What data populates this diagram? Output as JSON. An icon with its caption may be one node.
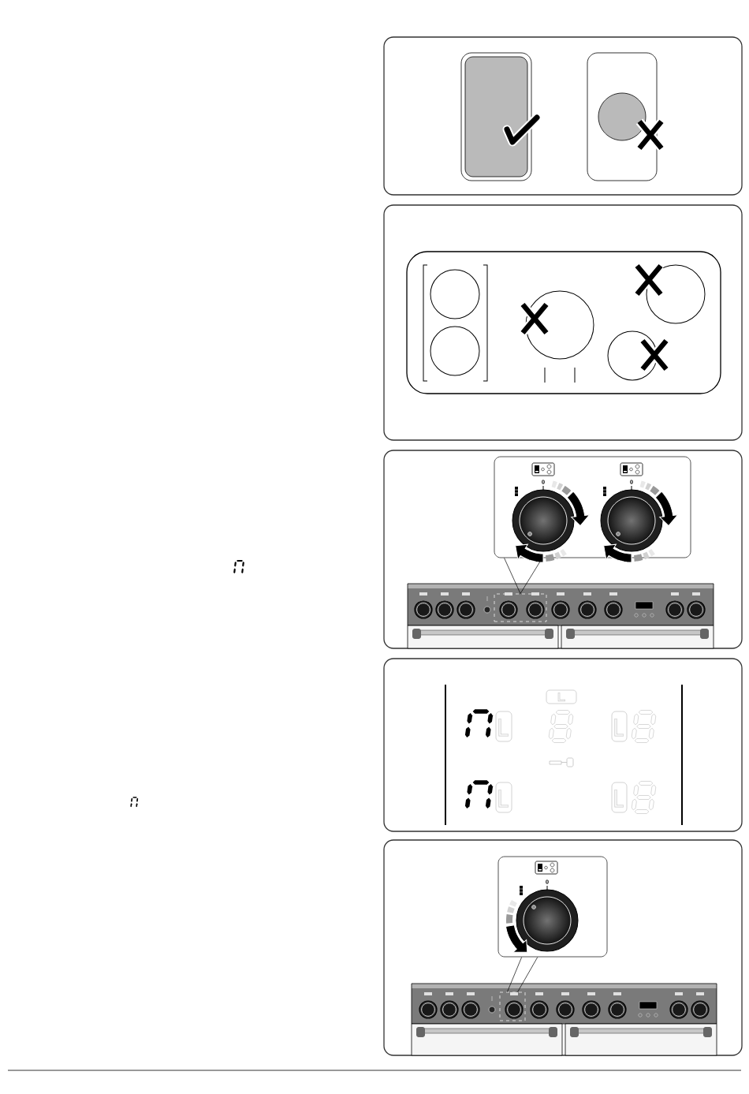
{
  "diagram": {
    "nodes": [
      {
        "text": [],
        "shape": "box"
      },
      {
        "text": [],
        "shape": "box"
      },
      {
        "text": [],
        "shape": "box"
      },
      {
        "text": [],
        "shape": "box"
      }
    ],
    "edges": [
      {
        "from": 0,
        "to": 1,
        "arrow": "none"
      },
      {
        "from": 0,
        "to": 1,
        "arrow": "none"
      },
      {
        "from": 2,
        "to": 3,
        "arrow": "none"
      },
      {
        "from": 2,
        "to": 3,
        "arrow": "none"
      }
    ],
    "labels": [
      "0",
      "0",
      "0"
    ]
  }
}
